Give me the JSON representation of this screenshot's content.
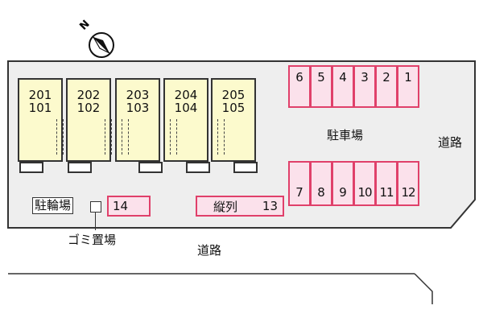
{
  "compass": {
    "label": "N",
    "icon": "north-arrow-icon"
  },
  "units": [
    {
      "upper": "201",
      "lower": "101"
    },
    {
      "upper": "202",
      "lower": "102"
    },
    {
      "upper": "203",
      "lower": "103"
    },
    {
      "upper": "204",
      "lower": "104"
    },
    {
      "upper": "205",
      "lower": "105"
    }
  ],
  "parking_top": [
    "6",
    "5",
    "4",
    "3",
    "2",
    "1"
  ],
  "parking_bottom": [
    "7",
    "8",
    "9",
    "10",
    "11",
    "12"
  ],
  "parking_14": "14",
  "parking_13": {
    "prefix": "縦列",
    "num": "13"
  },
  "labels": {
    "parking_lot": "駐車場",
    "bicycle_parking": "駐輪場",
    "garbage": "ゴミ置場",
    "road_right": "道路",
    "road_bottom": "道路"
  },
  "colors": {
    "unit_fill": "#fcfacd",
    "parking_fill": "#fbe1eb",
    "parking_border": "#e0406a",
    "site_fill": "#eeeeee"
  }
}
